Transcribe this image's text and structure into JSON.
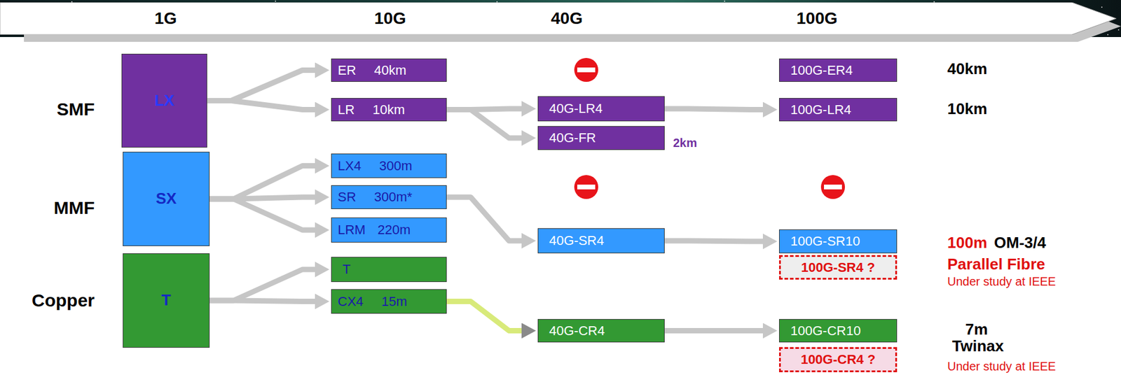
{
  "diagram": {
    "nodes": [
      {
        "text": [
          "1G",
          "10G",
          "40G",
          "100G"
        ]
      },
      {
        "text": [
          "LX"
        ]
      },
      {
        "text": [
          "ER 40km"
        ]
      },
      {
        "text": [
          "LR 10km"
        ]
      },
      {
        "text": [
          "40G-LR4"
        ]
      },
      {
        "text": [
          "40G-FR"
        ]
      },
      {
        "text": [
          "100G-ER4"
        ]
      },
      {
        "text": [
          "100G-LR4"
        ]
      },
      {
        "text": [
          "SX"
        ]
      },
      {
        "text": [
          "LX4 300m"
        ]
      },
      {
        "text": [
          "SR 300m*"
        ]
      },
      {
        "text": [
          "LRM 220m"
        ]
      },
      {
        "text": [
          "40G-SR4"
        ]
      },
      {
        "text": [
          "100G-SR10"
        ]
      },
      {
        "text": [
          "100G-SR4 ?"
        ]
      },
      {
        "text": [
          "T"
        ]
      },
      {
        "text": [
          "T"
        ]
      },
      {
        "text": [
          "CX4 15m"
        ]
      },
      {
        "text": [
          "40G-CR4"
        ]
      },
      {
        "text": [
          "100G-CR10"
        ]
      },
      {
        "text": [
          "100G-CR4 ?"
        ]
      }
    ],
    "edges": [
      {
        "from": 1,
        "to": 2,
        "arrow": "to"
      },
      {
        "from": 1,
        "to": 3,
        "arrow": "to"
      },
      {
        "from": 3,
        "to": 4,
        "arrow": "to"
      },
      {
        "from": 3,
        "to": 5,
        "arrow": "to"
      },
      {
        "from": 4,
        "to": 7,
        "arrow": "to"
      },
      {
        "from": 8,
        "to": 9,
        "arrow": "to"
      },
      {
        "from": 8,
        "to": 10,
        "arrow": "to"
      },
      {
        "from": 8,
        "to": 11,
        "arrow": "to"
      },
      {
        "from": 10,
        "to": 12,
        "arrow": "to"
      },
      {
        "from": 12,
        "to": 13,
        "arrow": "to"
      },
      {
        "from": 15,
        "to": 16,
        "arrow": "to"
      },
      {
        "from": 15,
        "to": 17,
        "arrow": "to"
      },
      {
        "from": 17,
        "to": 18,
        "arrow": "to"
      },
      {
        "from": 18,
        "to": 19,
        "arrow": "to"
      }
    ],
    "labels": [
      "SMF",
      "40km",
      "10km",
      "2km",
      "MMF",
      "100m",
      "OM-3/4",
      "Parallel Fibre",
      "Under study at IEEE",
      "Copper",
      "7m",
      "Twinax",
      "Under study at IEEE"
    ]
  }
}
